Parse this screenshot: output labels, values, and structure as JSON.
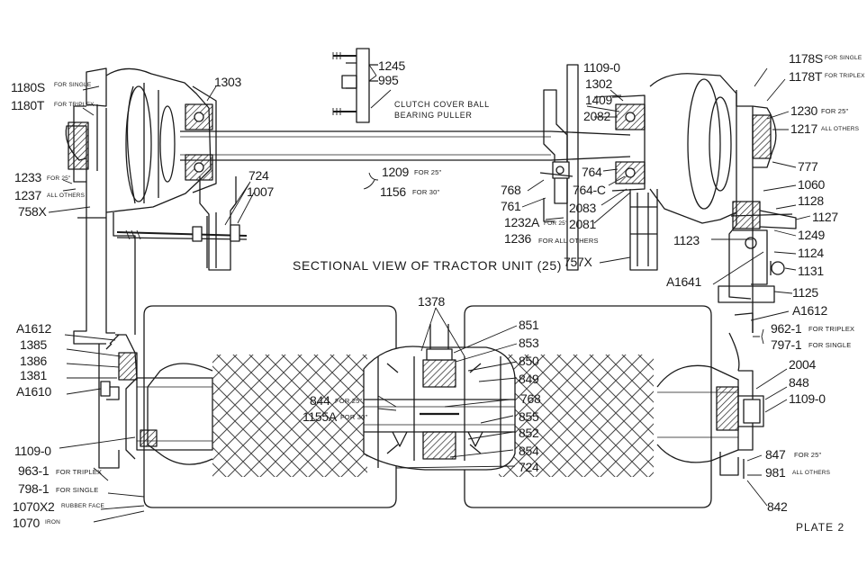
{
  "title": "SECTIONAL VIEW OF TRACTOR UNIT (25)",
  "plate": "PLATE 2",
  "puller": {
    "caption_line1": "CLUTCH COVER BALL",
    "caption_line2": "BEARING PULLER",
    "part_a": "1245",
    "part_b": "995"
  },
  "labels": {
    "p1180S": "1180S",
    "n1180S": "FOR SINGLE",
    "p1180T": "1180T",
    "n1180T": "FOR TRIPLEX",
    "p1303": "1303",
    "p1233": "1233",
    "n1233": "FOR 25\"",
    "p1237": "1237",
    "n1237": "ALL OTHERS",
    "p758X": "758X",
    "p724a": "724",
    "p1007": "1007",
    "p1209": "1209",
    "n1209": "FOR 25\"",
    "p1156": "1156",
    "n1156": "FOR 30\"",
    "p768a": "768",
    "p761": "761",
    "p1232A": "1232A",
    "n1232A": "FOR 25\"",
    "p1236": "1236",
    "n1236": "FOR ALL OTHERS",
    "p1109a": "1109-0",
    "p1302": "1302",
    "p1409": "1409",
    "p2082": "2082",
    "p764": "764",
    "p764C": "764-C",
    "p2083": "2083",
    "p2081": "2081",
    "p757X": "757X",
    "p1178S": "1178S",
    "n1178S": "FOR SINGLE",
    "p1178T": "1178T",
    "n1178T": "FOR TRIPLEX",
    "p1230": "1230",
    "n1230": "FOR 25\"",
    "p1217": "1217",
    "n1217": "ALL OTHERS",
    "p777": "777",
    "p1060": "1060",
    "p1128": "1128",
    "p1127": "1127",
    "p1123": "1123",
    "p1249": "1249",
    "p1124": "1124",
    "pA1641": "A1641",
    "p1131": "1131",
    "p1125": "1125",
    "pA1612r": "A1612",
    "p962": "962-1",
    "n962": "FOR TRIPLEX",
    "p797": "797-1",
    "n797": "FOR SINGLE",
    "p2004": "2004",
    "p848": "848",
    "p1109b": "1109-0",
    "p847": "847",
    "n847": "FOR 25\"",
    "p981": "981",
    "n981": "ALL OTHERS",
    "p842": "842",
    "pA1612l": "A1612",
    "p1385": "1385",
    "p1386": "1386",
    "p1381": "1381",
    "pA1610": "A1610",
    "p1109c": "1109-0",
    "p963": "963-1",
    "n963": "FOR TRIPLEX",
    "p798": "798-1",
    "n798": "FOR SINGLE",
    "p1070X2": "1070X2",
    "n1070X2": "RUBBER FACE",
    "p1070": "1070",
    "n1070": "IRON",
    "p1378": "1378",
    "p851": "851",
    "p853": "853",
    "p850": "850",
    "p849": "849",
    "p844": "844",
    "n844": "FOR 25\"",
    "p1155A": "1155A",
    "n1155A": "FOR 30\"",
    "p768b": "768",
    "p855": "855",
    "p852": "852",
    "p854": "854",
    "p724b": "724"
  }
}
